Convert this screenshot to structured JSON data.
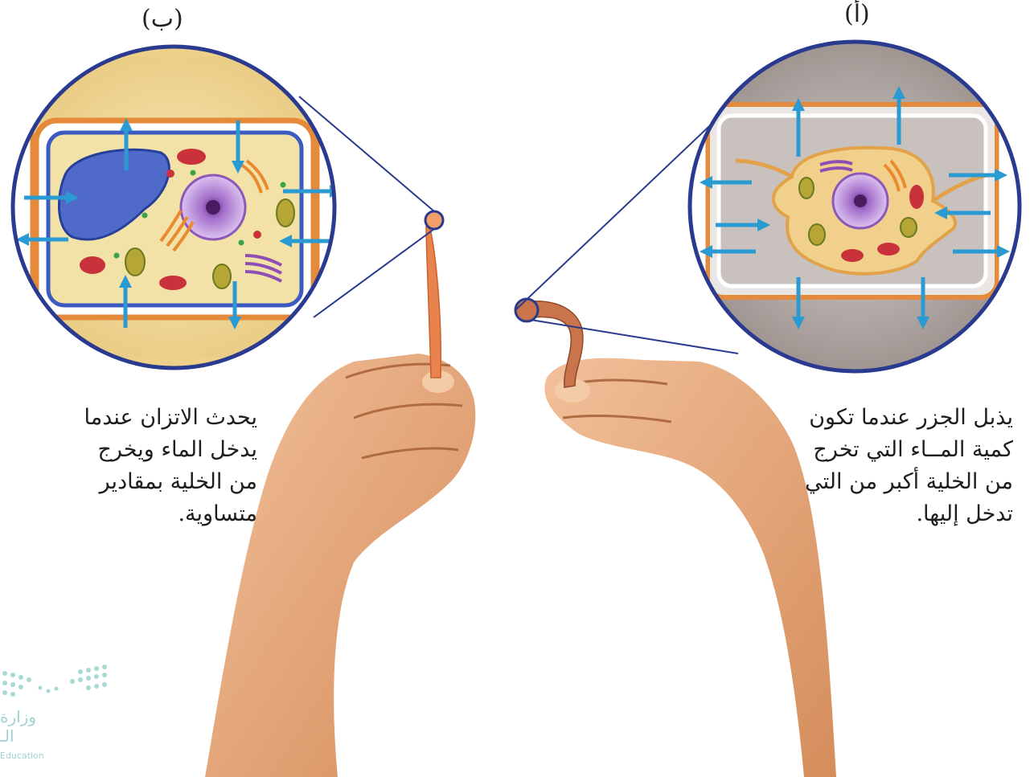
{
  "labels": {
    "b": "(ب)",
    "a": "(أ)"
  },
  "captions": {
    "b": [
      "يحدث الاتزان عندما",
      "يدخل الماء ويخرج",
      "من الخلية بمقادير",
      "متساوية."
    ],
    "a": [
      "يذبل الجزر عندما تكون",
      "كمية المــاء التي تخرج",
      "من الخلية أكبر من التي",
      "تدخل إليها."
    ]
  },
  "watermark": {
    "ar": "وزارة الـ",
    "en": "Education"
  },
  "colors": {
    "outline": "#2a3a8f",
    "arrow": "#2a9ad3",
    "carrot": "#e9834d",
    "skin": "#e7a978",
    "cell_b_bg": "#f2dd9c",
    "cell_a_bg": "#b9b0ad"
  }
}
